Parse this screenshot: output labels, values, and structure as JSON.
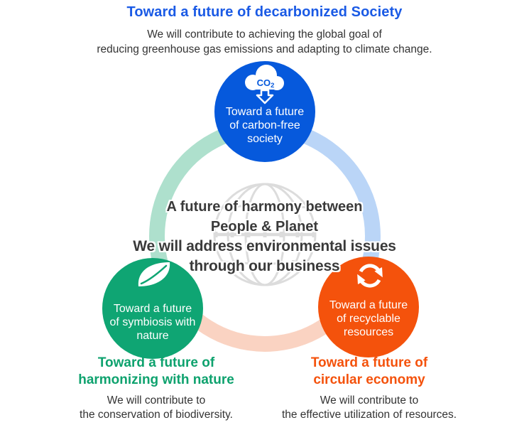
{
  "header": {
    "title": "Toward a future of decarbonized Society",
    "subtitle_line1": "We will contribute to achieving the global goal of",
    "subtitle_line2": "reducing greenhouse gas emissions and adapting to climate change."
  },
  "center_message": {
    "line1": "A future of harmony between",
    "line2": "People & Planet",
    "line3": "We will address environmental issues",
    "line4": "through our business"
  },
  "nodes": {
    "carbon_free": {
      "icon": "co2-cloud-down-arrow-icon",
      "icon_text": "CO",
      "icon_text_sub": "2",
      "line1": "Toward a future",
      "line2": "of carbon-free",
      "line3": "society",
      "color": "#0659DC"
    },
    "symbiosis": {
      "icon": "leaf-icon",
      "line1": "Toward a future",
      "line2": "of symbiosis with",
      "line3": "nature",
      "color": "#0FA573"
    },
    "recyclable": {
      "icon": "recycle-arrows-icon",
      "line1": "Toward a future",
      "line2": "of recyclable",
      "line3": "resources",
      "color": "#F4520C"
    }
  },
  "footers": {
    "nature": {
      "title_line1": "Toward a future of",
      "title_line2": "harmonizing with nature",
      "desc_line1": "We will contribute to",
      "desc_line2": "the conservation of biodiversity.",
      "title_color": "#0EA26E"
    },
    "circular": {
      "title_line1": "Toward a future of",
      "title_line2": "circular economy",
      "desc_line1": "We will contribute to",
      "desc_line2": "the effective utilization of resources.",
      "title_color": "#F4520C"
    }
  },
  "colors": {
    "header_title": "#1A5AE5",
    "arc_mint": "#AEE0CD",
    "arc_blue": "#BAD5F7",
    "arc_peach": "#FAD3C2",
    "globe": "#DCDCDC",
    "body_text": "#333333",
    "center_text": "#3A3A3A",
    "background": "#FFFFFF"
  }
}
